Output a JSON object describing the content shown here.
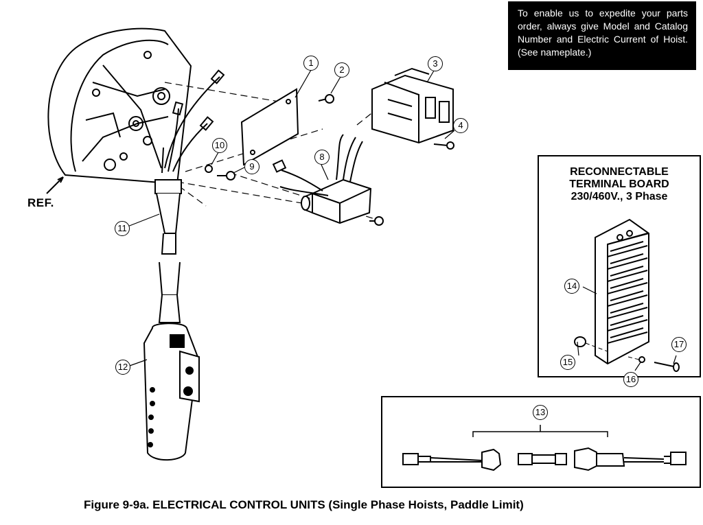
{
  "notice": {
    "text": "To enable us to expedite your parts order, always give Model and Catalog Number and Electric Current of Hoist. (See nameplate.)"
  },
  "terminal_box": {
    "title_line1": "RECONNECTABLE",
    "title_line2": "TERMINAL BOARD",
    "title_line3": "230/460V., 3 Phase"
  },
  "ref_label": "REF.",
  "caption": "Figure 9-9a. ELECTRICAL CONTROL UNITS (Single Phase Hoists, Paddle Limit)",
  "callouts": {
    "c1": "1",
    "c2": "2",
    "c3": "3",
    "c4": "4",
    "c8": "8",
    "c9": "9",
    "c10": "10",
    "c11": "11",
    "c12": "12",
    "c13": "13",
    "c14": "14",
    "c15": "15",
    "c16": "16",
    "c17": "17"
  },
  "colors": {
    "ink": "#000000",
    "paper": "#ffffff"
  }
}
